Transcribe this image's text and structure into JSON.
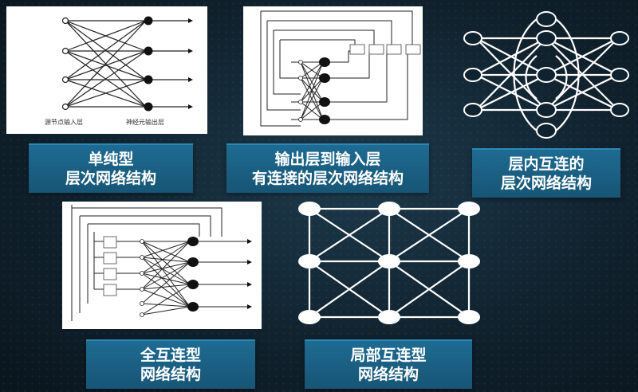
{
  "panels": [
    {
      "id": "single-layer",
      "label_lines": [
        "单纯型",
        "层次网络结构"
      ],
      "captions": {
        "input": "源节点输入层",
        "output": "神经元输出层"
      }
    },
    {
      "id": "output-to-input",
      "label_lines": [
        "输出层到输入层",
        "有连接的层次网络结构"
      ]
    },
    {
      "id": "intra-layer",
      "label_lines": [
        "层内互连的",
        "层次网络结构"
      ]
    },
    {
      "id": "fully-connected",
      "label_lines": [
        "全互连型",
        "网络结构"
      ]
    },
    {
      "id": "locally-connected",
      "label_lines": [
        "局部互连型",
        "网络结构"
      ]
    }
  ],
  "colors": {
    "label_bg": "#1e6b92",
    "background": "#10222e"
  }
}
